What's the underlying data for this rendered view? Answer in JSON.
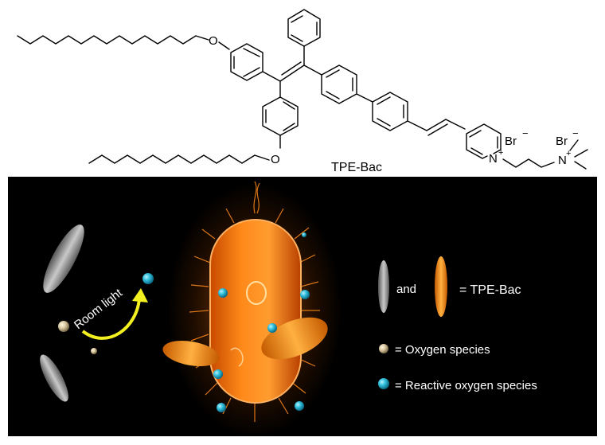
{
  "structure": {
    "compound_name": "TPE-Bac",
    "bromide_1": "Br",
    "bromide_2": "Br",
    "charge_minus": "−",
    "charge_plus": "+",
    "oxygen_1": "O",
    "oxygen_2": "O",
    "nitrogen_1": "N",
    "nitrogen_2": "N"
  },
  "scene": {
    "room_light_label": "Room light",
    "legend": {
      "connector": "and",
      "tpe_bac_label": "= TPE-Bac",
      "oxygen_label": "= Oxygen species",
      "ros_label": "= Reactive oxygen species"
    }
  },
  "colors": {
    "panel_bg": "#000000",
    "bacterium": "#ff7a10",
    "tpe_bac_bound": "#ff9a1a",
    "tpe_bac_free": "#9a9a9a",
    "oxygen_species": "#d8c7a0",
    "reactive_oxygen_species": "#2fb8d6",
    "arrow": "#f2f020"
  }
}
